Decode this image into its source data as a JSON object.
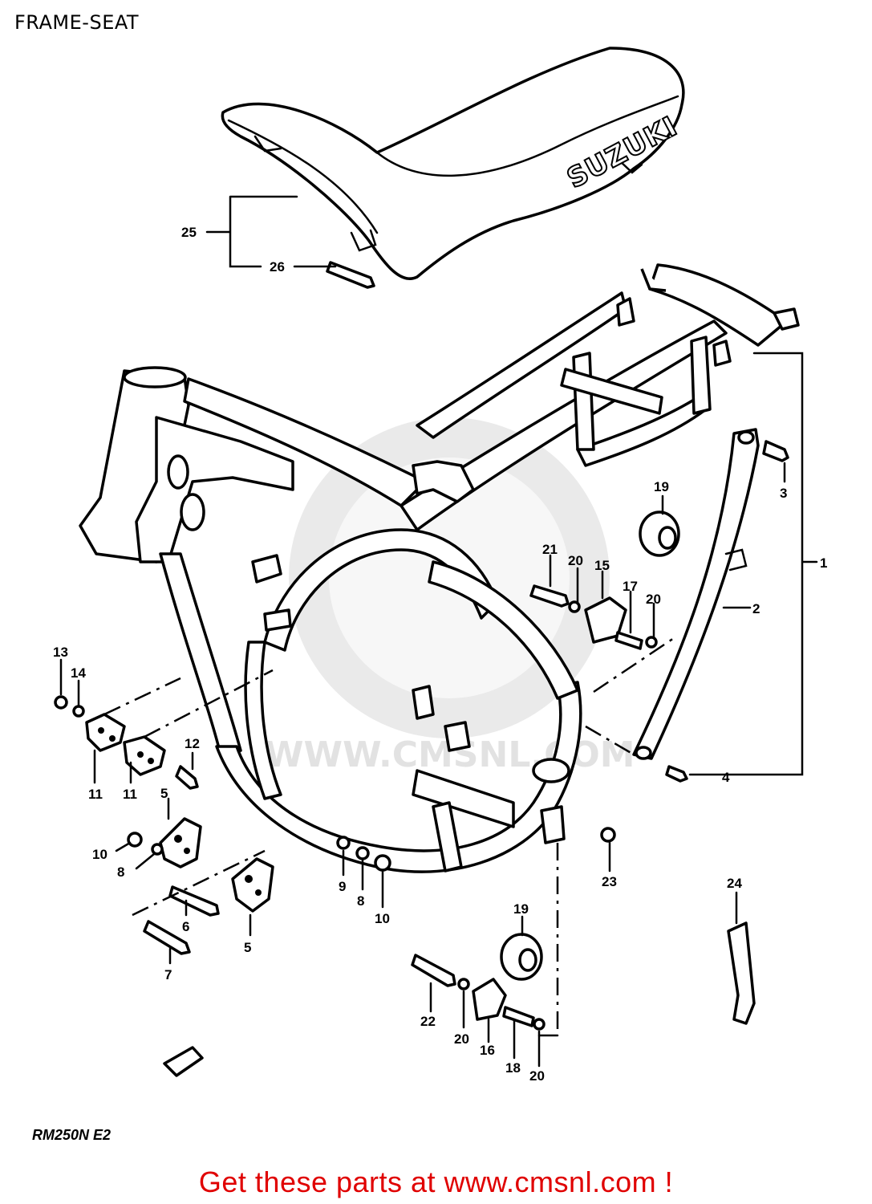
{
  "header": {
    "title": "FRAME-SEAT"
  },
  "seat": {
    "brand_text": "SUZUKI"
  },
  "watermark": {
    "text": "WWW.CMSNL.COM"
  },
  "callouts": [
    "1",
    "2",
    "3",
    "4",
    "5",
    "5",
    "6",
    "7",
    "8",
    "8",
    "9",
    "10",
    "10",
    "11",
    "11",
    "12",
    "13",
    "14",
    "15",
    "16",
    "17",
    "18",
    "19",
    "19",
    "20",
    "20",
    "20",
    "20",
    "21",
    "22",
    "23",
    "24",
    "25",
    "26"
  ],
  "footer": {
    "model_code": "RM250N E2",
    "promo": "Get these parts at www.cmsnl.com !"
  },
  "colors": {
    "promo": "#e00000",
    "line_art": "#000000",
    "background": "#ffffff"
  }
}
